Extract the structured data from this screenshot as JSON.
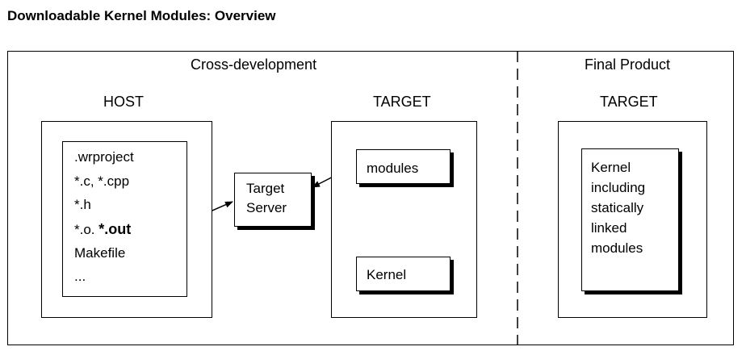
{
  "title": "Downloadable Kernel Modules: Overview",
  "sections": {
    "cross_development": "Cross-development",
    "final_product": "Final Product"
  },
  "host": {
    "label": "HOST",
    "files": [
      ".wrproject",
      "*.c, *.cpp",
      "*.h"
    ],
    "object_files_prefix": "*.o.",
    "object_files_bold": "*.out",
    "makefile": "Makefile",
    "ellipsis": "..."
  },
  "target_server": {
    "line1": "Target",
    "line2": "Server"
  },
  "target": {
    "label": "TARGET",
    "modules": "modules",
    "kernel": "Kernel"
  },
  "final_target": {
    "label": "TARGET",
    "kernel_lines": [
      "Kernel",
      "including",
      "statically",
      "linked",
      "modules"
    ]
  }
}
